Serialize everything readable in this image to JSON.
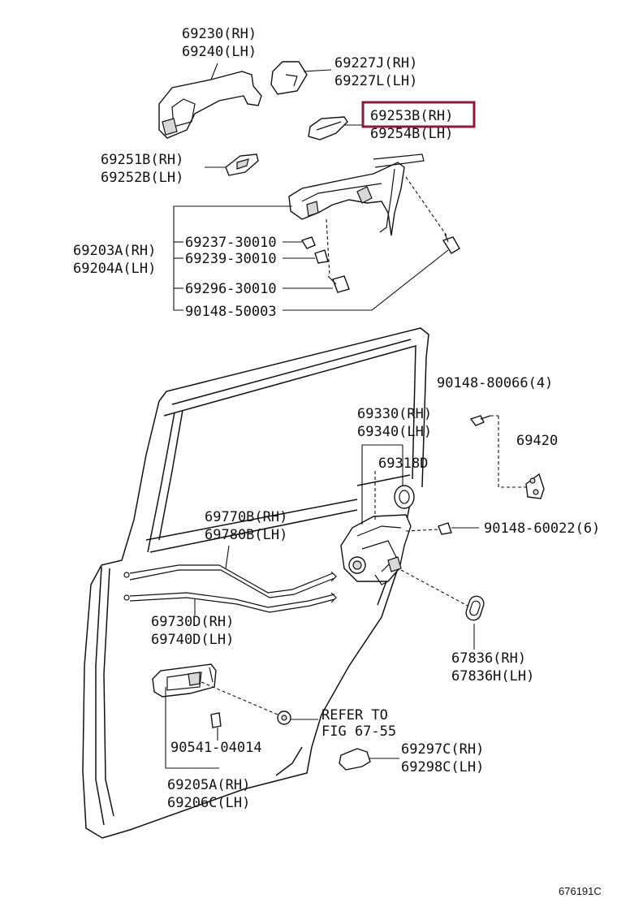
{
  "labels": {
    "outer_handle_rh": "69230(RH)",
    "outer_handle_lh": "69240(LH)",
    "handle_cover_rh": "69227J(RH)",
    "handle_cover_lh": "69227L(LH)",
    "handle_pad_rear_rh": "69253B(RH)",
    "handle_pad_rear_lh": "69254B(LH)",
    "handle_pad_front_rh": "69251B(RH)",
    "handle_pad_front_lh": "69252B(LH)",
    "handle_frame_rh": "69203A(RH)",
    "handle_frame_lh": "69204A(LH)",
    "clip_1": "69237-30010",
    "clip_2": "69239-30010",
    "screw_1": "69296-30010",
    "bolt_1": "90148-50003",
    "bolt_2": "90148-80066(4)",
    "striker": "69420",
    "lock_rh": "69330(RH)",
    "lock_lh": "69340(LH)",
    "lock_pad": "69318D",
    "screw_2": "90148-60022(6)",
    "cable_1_rh": "69770B(RH)",
    "cable_1_lh": "69780B(LH)",
    "cable_2_rh": "69730D(RH)",
    "cable_2_lh": "69740D(LH)",
    "grommet_rh": "67836(RH)",
    "grommet_lh": "67836H(LH)",
    "screw_3": "90541-04014",
    "refer_line1": "REFER TO",
    "refer_line2": "FIG 67-55",
    "cap_rh": "69297C(RH)",
    "cap_lh": "69298C(LH)",
    "inner_handle_rh": "69205A(RH)",
    "inner_handle_lh": "69206C(LH)"
  },
  "highlight": {
    "part": "69253B(RH)",
    "color": "#8b1a3a"
  },
  "figure_id": "676191C"
}
